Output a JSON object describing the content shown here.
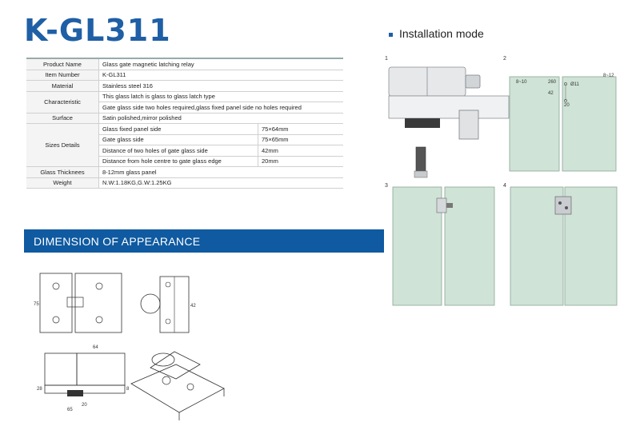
{
  "title": "K-GL311",
  "installation": {
    "heading": "Installation mode",
    "steps": [
      "1",
      "2",
      "3",
      "4"
    ],
    "step2_dims": [
      "8~10",
      "260",
      "Ø11",
      "42",
      "20",
      "8~12"
    ]
  },
  "dimension_heading": "DIMENSION OF APPEARANCE",
  "drawing_dims": {
    "d75": "75",
    "d42": "42",
    "d64": "64",
    "d28": "28",
    "d65": "65",
    "d20": "20",
    "d8": "8"
  },
  "specs": {
    "product_name": {
      "label": "Product Name",
      "value": "Glass gate magnetic latching   relay"
    },
    "item_number": {
      "label": "Item Number",
      "value": "K-GL311"
    },
    "material": {
      "label": "Material",
      "value": "Stainless steel 316"
    },
    "characteristic": {
      "label": "Characteristic",
      "values": [
        "This glass latch is glass to glass latch type",
        "Gate glass side two holes required,glass fixed panel  side no holes required"
      ]
    },
    "surface": {
      "label": "Surface",
      "value": "Satin polished,mirror polished"
    },
    "sizes": {
      "label": "Sizes Details",
      "rows": [
        {
          "name": "Glass fixed   panel  side",
          "value": "75×64mm"
        },
        {
          "name": "Gate glass side",
          "value": "75×65mm"
        },
        {
          "name": "Distance of two holes of gate glass side",
          "value": "42mm"
        },
        {
          "name": "Distance from hole centre to gate glass edge",
          "value": "20mm"
        }
      ]
    },
    "glass_thickness": {
      "label": "Glass Thicknees",
      "value": "8-12mm glass panel"
    },
    "weight": {
      "label": "Weight",
      "value": "N.W:1.18KG,G.W:1.25KG"
    }
  }
}
